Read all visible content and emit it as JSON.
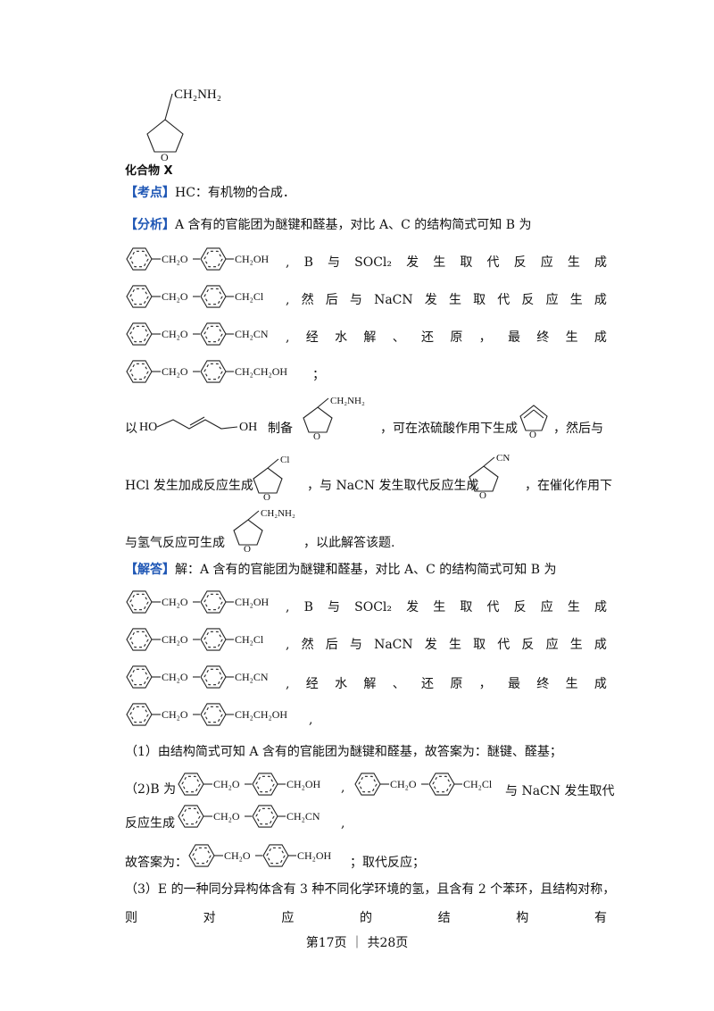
{
  "compound_x": {
    "group": "CH₂NH₂",
    "ring_atom": "O",
    "caption": "化合物 X"
  },
  "kaodian": {
    "tag": "【考点】",
    "text": "HC：有机物的合成．"
  },
  "fenxi": {
    "tag": "【分析】",
    "line1": "A 含有的官能团为醚键和醛基，对比 A、C 的结构简式可知 B 为",
    "r1_parts": [
      ",",
      "B",
      "与",
      "SOCl₂",
      "发",
      "生",
      "取",
      "代",
      "反",
      "应",
      "生",
      "成"
    ],
    "r2_parts": [
      ",",
      "然",
      "后",
      "与",
      "NaCN",
      "发",
      "生",
      "取",
      "代",
      "反",
      "应",
      "生",
      "成"
    ],
    "r3_parts": [
      ",",
      "经",
      "水",
      "解",
      "、",
      "还",
      "原",
      "，",
      "最",
      "终",
      "生",
      "成"
    ],
    "r4_end": "；",
    "p2_a": "以",
    "p2_b": "制备",
    "p2_c": "，可在浓硫酸作用下生成",
    "p2_d": "，然后与",
    "p3_a": "HCl 发生加成反应生成",
    "p3_b": "，与 NaCN 发生取代反应生成",
    "p3_c": "，在催化作用下",
    "p4_a": "与氢气反应可生成",
    "p4_b": "，以此解答该题."
  },
  "jieda": {
    "tag": "【解答】",
    "line1": "解：A 含有的官能团为醚键和醛基，对比 A、C 的结构简式可知 B 为",
    "r1_parts": [
      ",",
      "B",
      "与",
      "SOCl₂",
      "发",
      "生",
      "取",
      "代",
      "反",
      "应",
      "生",
      "成"
    ],
    "r2_parts": [
      ",",
      "然",
      "后",
      "与",
      "NaCN",
      "发",
      "生",
      "取",
      "代",
      "反",
      "应",
      "生",
      "成"
    ],
    "r3_parts": [
      ",",
      "经",
      "水",
      "解",
      "、",
      "还",
      "原",
      "，",
      "最",
      "终",
      "生",
      "成"
    ],
    "r4_end": ","
  },
  "q1": "（1）由结构简式可知 A 含有的官能团为醚键和醛基，故答案为：醚键、醛基；",
  "q2": {
    "a": "（2)B 为",
    "b": ",",
    "c": "与 NaCN 发生取代",
    "d": "反应生成",
    "e": ",",
    "ans_a": "故答案为：",
    "ans_b": "；取代反应；"
  },
  "q3": {
    "line1": "（3）E 的一种同分异构体含有 3 种不同化学环境的氢，且含有 2 个苯环，且结构对称，",
    "line2_parts": [
      "则",
      "对",
      "应",
      "的",
      "结",
      "构",
      "有"
    ]
  },
  "chem": {
    "link": "CH₂O",
    "g_oh": "CH₂OH",
    "g_cl": "CH₂Cl",
    "g_cn": "CH₂CN",
    "g_eoh": "CH₂CH₂OH",
    "diol_ho": "HO",
    "diol_oh": "OH",
    "ring_o": "O",
    "nh2": "CH₂NH₂",
    "cl": "Cl",
    "cn": "CN"
  },
  "footer": "第17页 ｜ 共28页"
}
